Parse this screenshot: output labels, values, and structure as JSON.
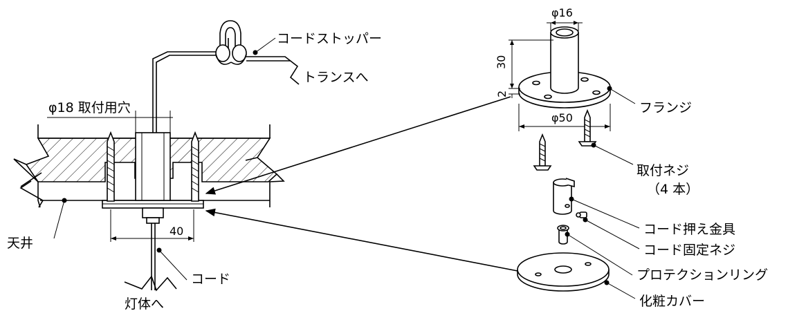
{
  "left_view": {
    "hole_label": "φ18 取付用穴",
    "width_dim": "40",
    "cord_stopper": "コードストッパー",
    "to_transformer": "トランスへ",
    "ceiling": "天井",
    "cord": "コード",
    "to_fixture": "灯体へ"
  },
  "right_view": {
    "dim_phi16": "φ16",
    "dim_30": "30",
    "dim_2": "2",
    "dim_phi50": "φ50",
    "flange": "フランジ",
    "mounting_screw": "取付ネジ",
    "screw_count": "（4 本）",
    "cord_clamp": "コード押え金具",
    "cord_fix_screw": "コード固定ネジ",
    "protection_ring": "プロテクションリング",
    "decor_cover": "化粧カバー"
  }
}
